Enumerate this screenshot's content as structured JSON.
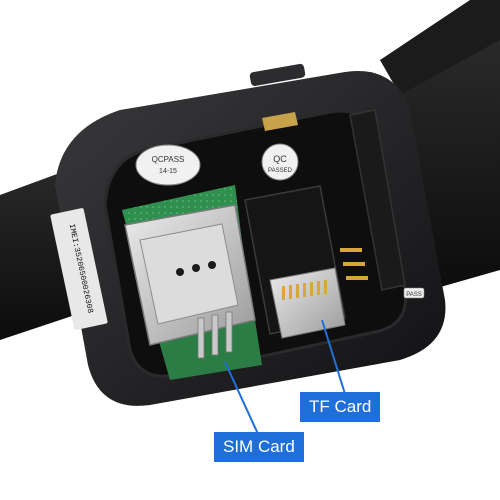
{
  "labels": {
    "tf_card": "TF Card",
    "sim_card": "SIM Card"
  },
  "stickers": {
    "qc_pass_top": "QCPASS",
    "qc_pass_date": "14-15",
    "qc_round_top": "QC",
    "qc_round_bottom": "PASSED",
    "pass_tag": "PASS"
  },
  "imei_text": "IMEI:35206500026308",
  "colors": {
    "callout": "#1e6fd9",
    "strap": "#141414",
    "body": "#1c1c1e",
    "pcb_green": "#2f8f4e",
    "gold": "#d9a63a",
    "metal": "#c9c9c9"
  }
}
